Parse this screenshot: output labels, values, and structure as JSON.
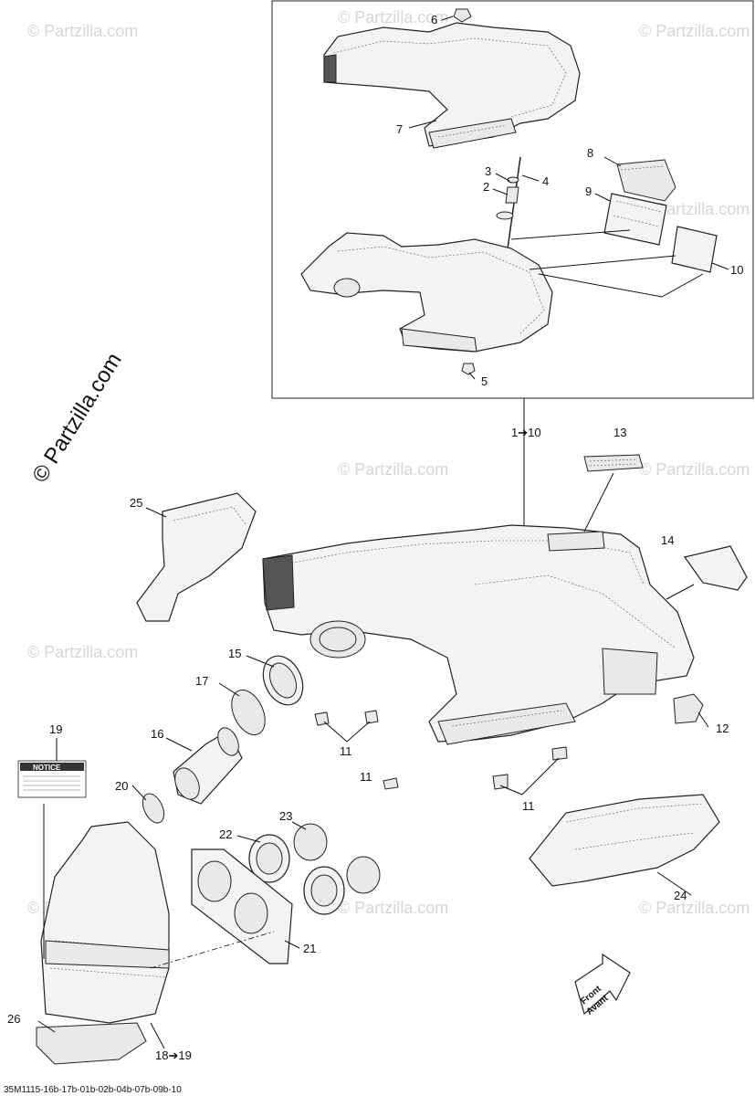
{
  "watermark": {
    "side_text": "© Partzilla.com",
    "tile_text": "© Partzilla.com"
  },
  "labels": {
    "p1_10": "1➔10",
    "p2": "2",
    "p3": "3",
    "p4": "4",
    "p5": "5",
    "p6": "6",
    "p7": "7",
    "p8": "8",
    "p9": "9",
    "p10": "10",
    "p11a": "11",
    "p11b": "11",
    "p11c": "11",
    "p12": "12",
    "p13": "13",
    "p14": "14",
    "p15": "15",
    "p16": "16",
    "p17": "17",
    "p18_19": "18➔19",
    "p19": "19",
    "p20": "20",
    "p21": "21",
    "p22": "22",
    "p23": "23",
    "p24": "24",
    "p25": "25",
    "p26": "26"
  },
  "notice_label": {
    "title": "NOTICE"
  },
  "front_arrow": {
    "line1": "Front",
    "line2": "Avant"
  },
  "reference_code": "35M1115-16b-17b-01b-02b-04b-07b-09b-10",
  "colors": {
    "line": "#222222",
    "watermark": "#d6d6d6",
    "background": "#ffffff"
  }
}
